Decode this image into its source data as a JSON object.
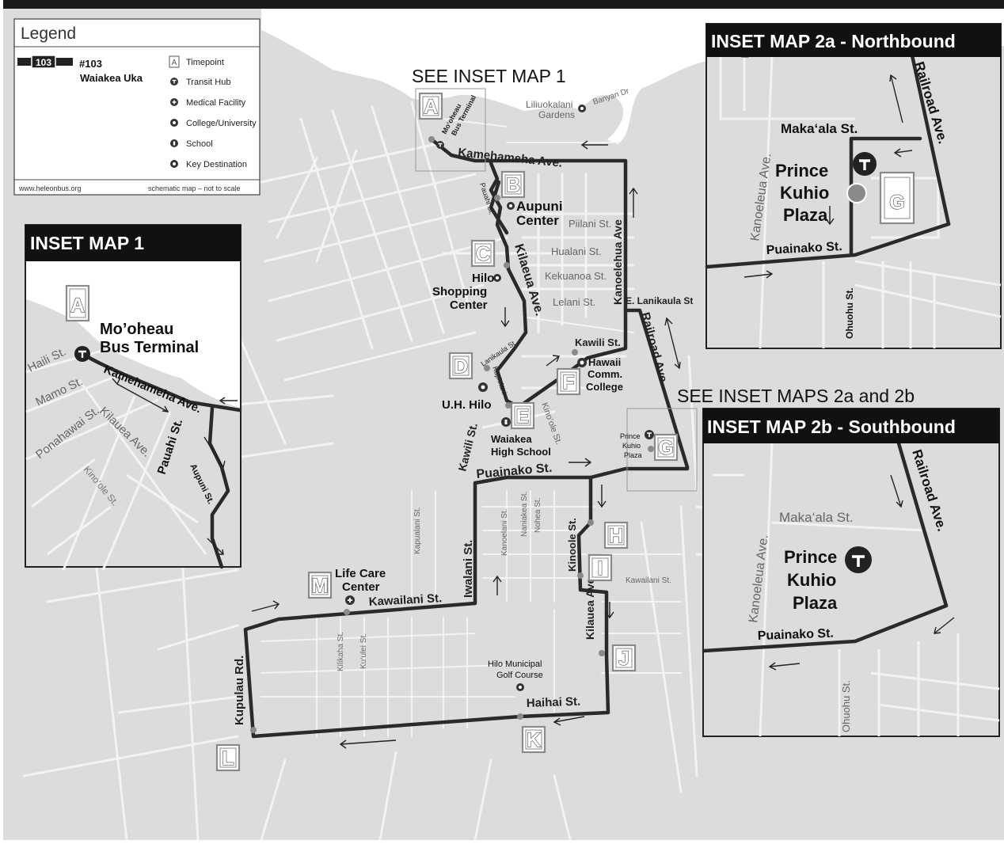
{
  "legend": {
    "title": "Legend",
    "route_badge": "103",
    "route_number": "#103",
    "route_name": "Waiakea Uka",
    "items": [
      {
        "symbol": "A",
        "label": "Timepoint"
      },
      {
        "symbol": "transit-hub",
        "label": "Transit Hub"
      },
      {
        "symbol": "medical",
        "label": "Medical Facility"
      },
      {
        "symbol": "college",
        "label": "College/University"
      },
      {
        "symbol": "school",
        "label": "School"
      },
      {
        "symbol": "destination",
        "label": "Key Destination"
      }
    ],
    "website": "www.heleonbus.org",
    "note": "schematic map – not to scale"
  },
  "timepoints": [
    {
      "id": "A",
      "label": "Mo‘oheau Bus Terminal"
    },
    {
      "id": "B",
      "label": "Aupuni Center"
    },
    {
      "id": "C",
      "label": "Hilo Shopping Center"
    },
    {
      "id": "D",
      "label": "U.H. Hilo"
    },
    {
      "id": "E",
      "label": "Waiakea High School"
    },
    {
      "id": "F",
      "label": "Hawaii Comm. College"
    },
    {
      "id": "G",
      "label": "Prince Kuhio Plaza"
    },
    {
      "id": "H",
      "label": ""
    },
    {
      "id": "I",
      "label": ""
    },
    {
      "id": "J",
      "label": ""
    },
    {
      "id": "K",
      "label": ""
    },
    {
      "id": "L",
      "label": ""
    },
    {
      "id": "M",
      "label": "Life Care Center"
    }
  ],
  "main_map": {
    "see_inset_1": "SEE INSET MAP 1",
    "see_inset_2": "SEE INSET MAPS 2a and 2b",
    "landmarks": {
      "liliuokalani_1": "Liliuokalani",
      "liliuokalani_2": "Gardens",
      "banyan": "Banyan Dr",
      "aupuni": "Aupuni",
      "center": "Center",
      "hilo": "Hilo",
      "shopping": "Shopping",
      "center2": "Center",
      "uh_hilo": "U.H. Hilo",
      "waiakea_1": "Waiakea",
      "waiakea_2": "High School",
      "hcc_1": "Hawaii",
      "hcc_2": "Comm.",
      "hcc_3": "College",
      "pkp_1": "Prince",
      "pkp_2": "Kuhio",
      "pkp_3": "Plaza",
      "life_1": "Life Care",
      "life_2": "Center",
      "golf_1": "Hilo Municipal",
      "golf_2": "Golf Course",
      "terminal_1": "Mo‘oheau",
      "terminal_2": "Bus Terminal"
    },
    "streets": {
      "kamehameha": "Kamehameha Ave.",
      "pauahi": "Pauahi St.",
      "piilani": "Piilani St.",
      "hualani": "Hualani St.",
      "kekuanoa": "Kekuanoa St.",
      "lelani": "Lelani St.",
      "kanoelehua": "Kanoelehua Ave",
      "kilaueaAve": "Kilaeua Ave.",
      "lanikaula": "Lanikaula St",
      "kapiolani": "Kapiolani",
      "kawili": "Kawili St.",
      "kawili2": "Kawili St.",
      "e_lanikaula": "E. Lanikaula St",
      "railroad": "Railroad Ave.",
      "kinoole": "Kino‘ole St.",
      "puainako": "Puainako St.",
      "iwalani": "Iwalani St.",
      "kapualani": "Kapualani St.",
      "kanoelani": "Kanoelani St.",
      "naniakea": "Naniakea St.",
      "nohea": "Nohea St.",
      "kinoole2": "Kinoole St.",
      "kawailani": "Kawailani St.",
      "kawailani2": "Kawailani St.",
      "kilauea2": "Kilauea Ave.",
      "haihai": "Haihai St.",
      "kupulau": "Kupulau Rd.",
      "kilikaha": "Kilikaha St.",
      "kuulei": "Ku‘ulei St."
    }
  },
  "inset1": {
    "title": "INSET MAP 1",
    "terminal_1": "Mo’oheau",
    "terminal_2": "Bus Terminal",
    "streets": {
      "haili": "Haili St.",
      "mamo": "Mamo St.",
      "kamehameha": "Kamehameha Ave.",
      "ponahawai": "Ponahawai St.",
      "kilauea": "Kilauea Ave.",
      "kinoole": "Kino‘ole St.",
      "pauahi": "Pauahi St.",
      "aupuni": "Aupuni St."
    }
  },
  "inset2a": {
    "title": "INSET MAP 2a - Northbound",
    "plaza_1": "Prince",
    "plaza_2": "Kuhio",
    "plaza_3": "Plaza",
    "streets": {
      "makaala": "Maka‘ala St.",
      "railroad": "Railroad Ave.",
      "kanoeleua": "Kanoeleua Ave.",
      "puainako": "Puainako St.",
      "ohuohu": "Ohuohu St."
    }
  },
  "inset2b": {
    "title": "INSET MAP 2b - Southbound",
    "plaza_1": "Prince",
    "plaza_2": "Kuhio",
    "plaza_3": "Plaza",
    "streets": {
      "makaala": "Maka‘ala St.",
      "railroad": "Railroad Ave.",
      "kanoeleua": "Kanoeleua Ave.",
      "puainako": "Puainako St.",
      "ohuohu": "Ohuohu St."
    }
  },
  "colors": {
    "land": "#dcdcdc",
    "water": "#ffffff",
    "streets": "#f4f4f4",
    "route": "#2a2a2a",
    "header_bar": "#1a1a1a",
    "timepoint_frame": "#8a8a8a"
  }
}
